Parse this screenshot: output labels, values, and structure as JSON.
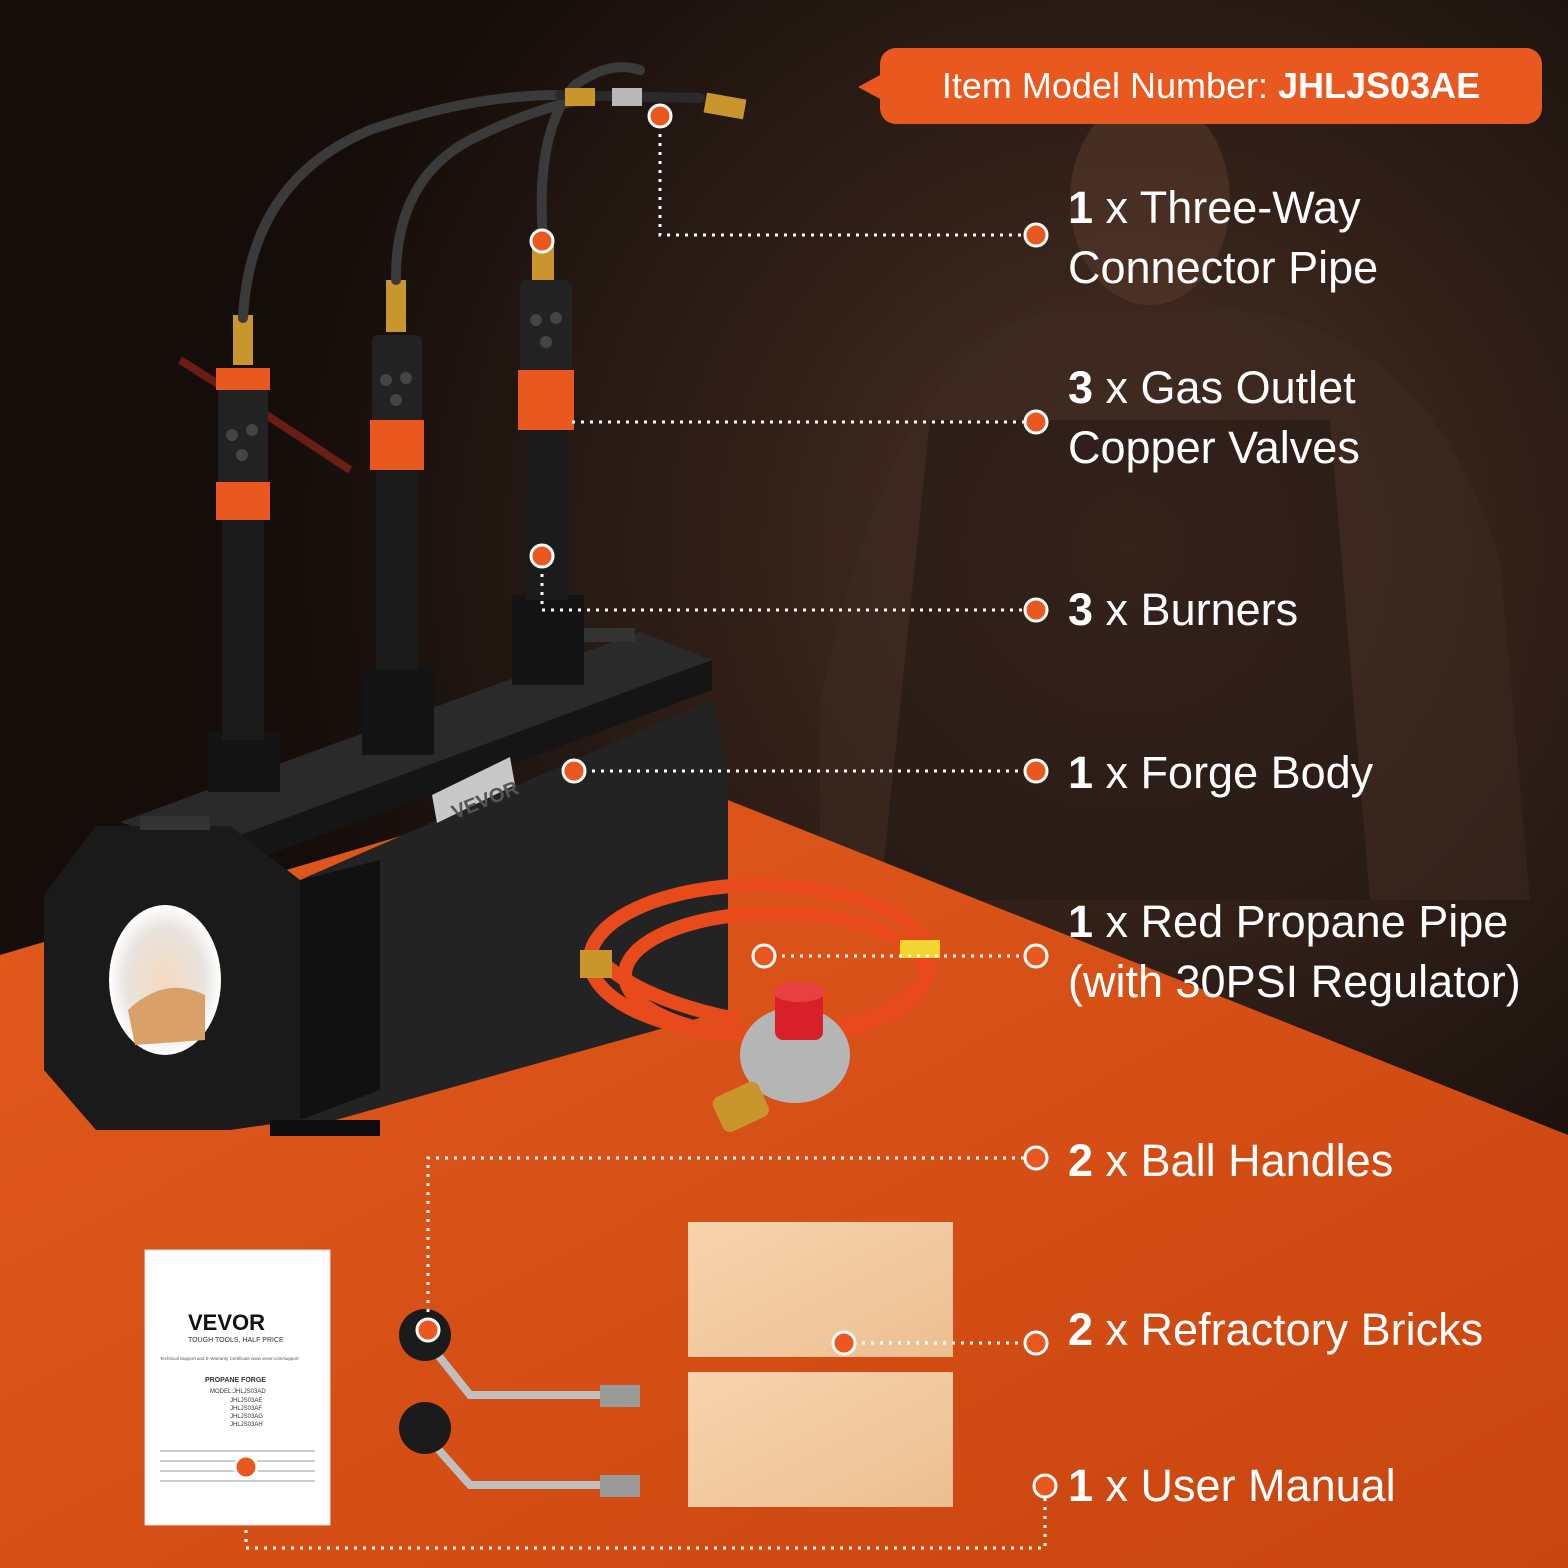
{
  "badge": {
    "prefix": "Item Model Number:",
    "model": "JHLJS03AE"
  },
  "components": [
    {
      "qty": "1",
      "line1": "x Three-Way",
      "line2": "Connector Pipe"
    },
    {
      "qty": "3",
      "line1": "x Gas Outlet",
      "line2": "Copper Valves"
    },
    {
      "qty": "3",
      "line1": "x Burners",
      "line2": ""
    },
    {
      "qty": "1",
      "line1": "x Forge Body",
      "line2": ""
    },
    {
      "qty": "1",
      "line1": "x Red Propane Pipe",
      "line2": "(with 30PSI Regulator)"
    },
    {
      "qty": "2",
      "line1": "x Ball Handles",
      "line2": ""
    },
    {
      "qty": "2",
      "line1": "x Refractory Bricks",
      "line2": ""
    },
    {
      "qty": "1",
      "line1": "x User Manual",
      "line2": ""
    }
  ],
  "forge_plate": "VEVOR",
  "manual": {
    "brand": "VEVOR",
    "tagline": "TOUGH TOOLS, HALF PRICE",
    "support": "Technical Support and E-Warranty Certificate www.vevor.com/support",
    "product": "PROPANE FORGE",
    "models": [
      "MODEL:JHLJS03AD",
      "JHLJS03AE",
      "JHLJS03AF",
      "JHLJS03AG",
      "JHLJS03AH"
    ]
  },
  "colors": {
    "accent": "#e8581f",
    "background": "#1a1210",
    "forge": "#1c1c1c",
    "brick": "#f2c9a0",
    "hose": "#e84a1c"
  },
  "icons": [
    "callout-dot-icon"
  ]
}
